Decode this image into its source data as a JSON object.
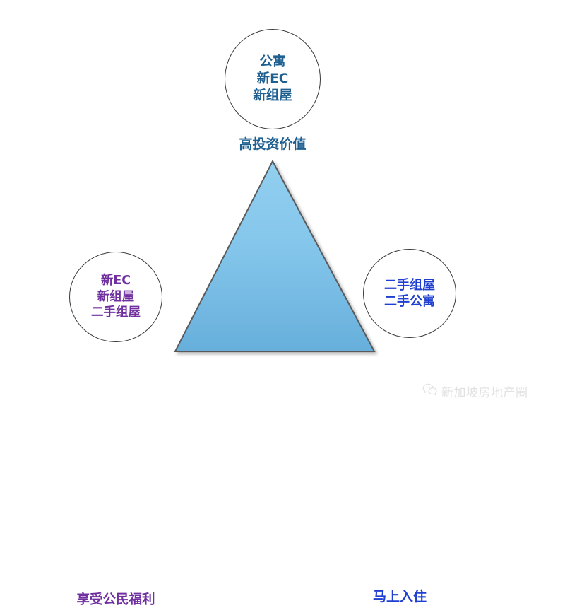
{
  "diagram": {
    "title": "Singapore property type triangle",
    "background_color": "#FFFFFF",
    "triangle": {
      "fill_top_color": "#8FCCEE",
      "fill_bottom_color": "#66AEDB",
      "stroke_color": "#5A5A5A"
    },
    "nodes": [
      {
        "id": "top",
        "lines": [
          "公寓",
          "新EC",
          "新组屋"
        ],
        "label": "高投资价值",
        "color": "#1F6091"
      },
      {
        "id": "left",
        "lines": [
          "新EC",
          "新组屋",
          "二手组屋"
        ],
        "label": "享受公民福利",
        "color": "#7030A0"
      },
      {
        "id": "right",
        "lines": [
          "二手组屋",
          "二手公寓"
        ],
        "label": "马上入住",
        "color": "#1F3FD0"
      }
    ]
  },
  "watermark": {
    "icon": "wechat-icon",
    "text": "新加坡房地产圈",
    "color": "#E2E2E2"
  }
}
